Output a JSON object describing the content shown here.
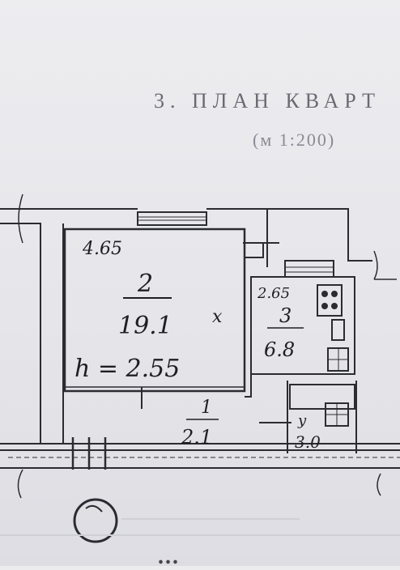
{
  "document": {
    "heading": "3. ПЛАН КВАРТ",
    "scale": "(м 1:200)"
  },
  "plan": {
    "rooms": [
      {
        "number": "2",
        "area": "19.1",
        "ceiling": "h = 2.55",
        "width": "4.65"
      },
      {
        "number": "3",
        "area": "6.8",
        "width": "2.65"
      },
      {
        "number": "1",
        "area": "2.1"
      }
    ],
    "annotations": {
      "closet": "3.0",
      "window_mark": "x"
    }
  },
  "footer": {
    "partial_text": "..."
  }
}
